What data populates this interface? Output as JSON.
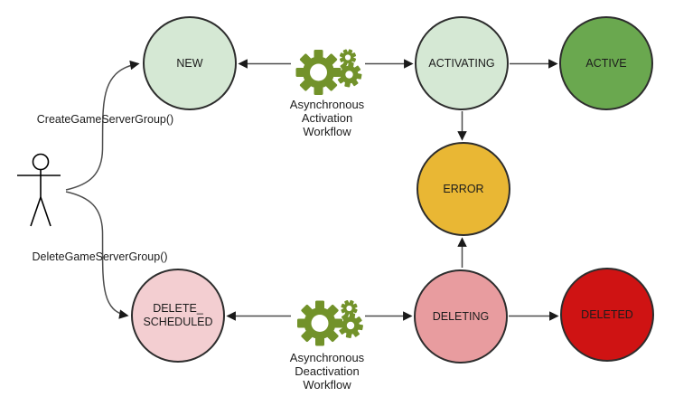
{
  "colors": {
    "state_light_green": "#d5e8d4",
    "state_green": "#6aa84f",
    "state_yellow": "#e9b734",
    "state_light_pink": "#f3ced1",
    "state_rose": "#e89c9f",
    "state_red": "#cf1313",
    "gear_green": "#72922a",
    "node_border": "#2d2d2d",
    "connector_gray": "#4d4d4d",
    "text": "#1c1c1c"
  },
  "actor": {
    "icon": "stick-figure-actor"
  },
  "actions": {
    "create": {
      "label": "CreateGameServerGroup()"
    },
    "delete": {
      "label": "DeleteGameServerGroup()"
    }
  },
  "workflows": {
    "activation": {
      "label": "Asynchronous\nActivation\nWorkflow",
      "icon": "gears-icon"
    },
    "deactivation": {
      "label": "Asynchronous\nDeactivation\nWorkflow",
      "icon": "gears-icon"
    }
  },
  "states": {
    "new": {
      "label": "NEW",
      "fill": "#d5e8d4"
    },
    "activating": {
      "label": "ACTIVATING",
      "fill": "#d5e8d4"
    },
    "active": {
      "label": "ACTIVE",
      "fill": "#6aa84f"
    },
    "error": {
      "label": "ERROR",
      "fill": "#e9b734"
    },
    "delete_scheduled": {
      "label": "DELETE_\nSCHEDULED",
      "fill": "#f3ced1"
    },
    "deleting": {
      "label": "DELETING",
      "fill": "#e89c9f"
    },
    "deleted": {
      "label": "DELETED",
      "fill": "#cf1313"
    }
  },
  "transitions": [
    {
      "from": "actor",
      "to": "NEW",
      "label": "CreateGameServerGroup()"
    },
    {
      "from": "actor",
      "to": "DELETE_SCHEDULED",
      "label": "DeleteGameServerGroup()"
    },
    {
      "from": "AsynchronousActivationWorkflow",
      "to": "NEW"
    },
    {
      "from": "AsynchronousActivationWorkflow",
      "to": "ACTIVATING"
    },
    {
      "from": "ACTIVATING",
      "to": "ACTIVE"
    },
    {
      "from": "ACTIVATING",
      "to": "ERROR"
    },
    {
      "from": "AsynchronousDeactivationWorkflow",
      "to": "DELETE_SCHEDULED"
    },
    {
      "from": "AsynchronousDeactivationWorkflow",
      "to": "DELETING"
    },
    {
      "from": "DELETING",
      "to": "ERROR"
    },
    {
      "from": "DELETING",
      "to": "DELETED"
    }
  ]
}
